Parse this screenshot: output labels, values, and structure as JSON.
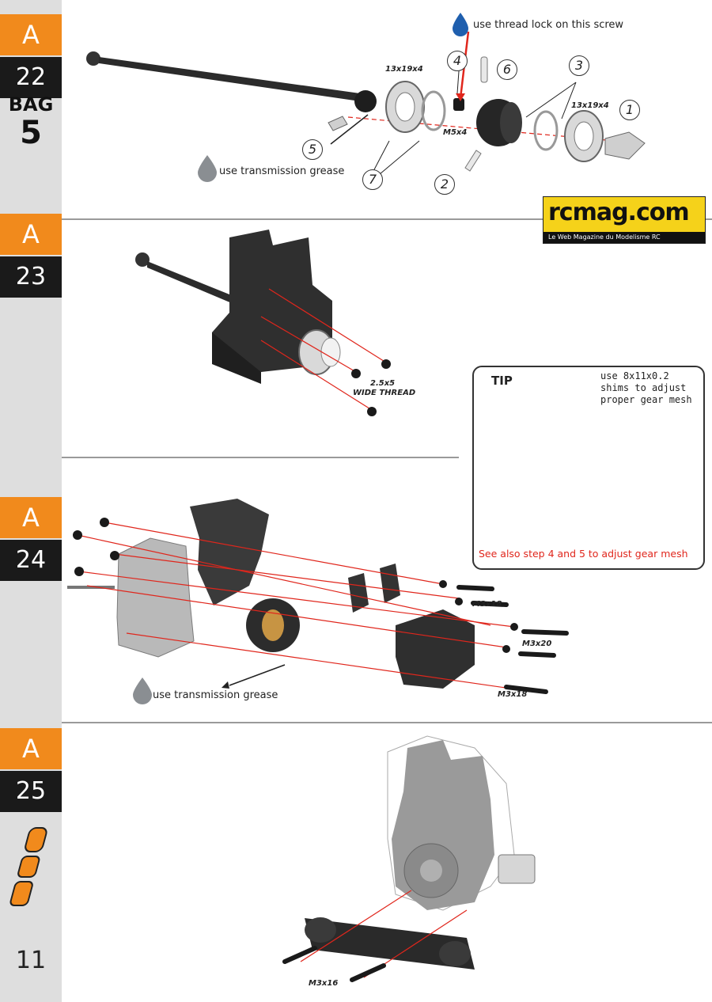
{
  "sidebar": {
    "steps": [
      {
        "letter": "A",
        "number": "22"
      },
      {
        "letter": "A",
        "number": "23"
      },
      {
        "letter": "A",
        "number": "24"
      },
      {
        "letter": "A",
        "number": "25"
      }
    ],
    "bag_word": "BAG",
    "bag_number": "5",
    "page_number": "11"
  },
  "step22": {
    "thread_lock_note": "use thread lock on this screw",
    "grease_note": "use transmission grease",
    "bearing_left": "13x19x4",
    "bearing_right": "13x19x4",
    "screw_label": "M5x4",
    "callouts": [
      "1",
      "2",
      "3",
      "4",
      "5",
      "6",
      "7"
    ]
  },
  "watermark": {
    "name": "rcmag.com",
    "tagline": "Le Web Magazine du Modelisme RC"
  },
  "step23": {
    "screw_label": "2.5x5",
    "screw_note": "WIDE THREAD"
  },
  "tip": {
    "title": "TIP",
    "note": "use 8x11x0.2 shims to adjust proper gear mesh",
    "see_also": "See also step 4 and 5 to adjust gear mesh"
  },
  "step24": {
    "screw_top": "M3x18",
    "screw_mid": "M3x20",
    "screw_bottom": "M3x18",
    "grease_note": "use transmission grease"
  },
  "step25": {
    "screw_label": "M3x16"
  },
  "colors": {
    "accent_orange": "#f18a1c",
    "sidebar_gray": "#dedede",
    "red_line": "#e0261c",
    "drop_blue": "#1f5fae"
  }
}
